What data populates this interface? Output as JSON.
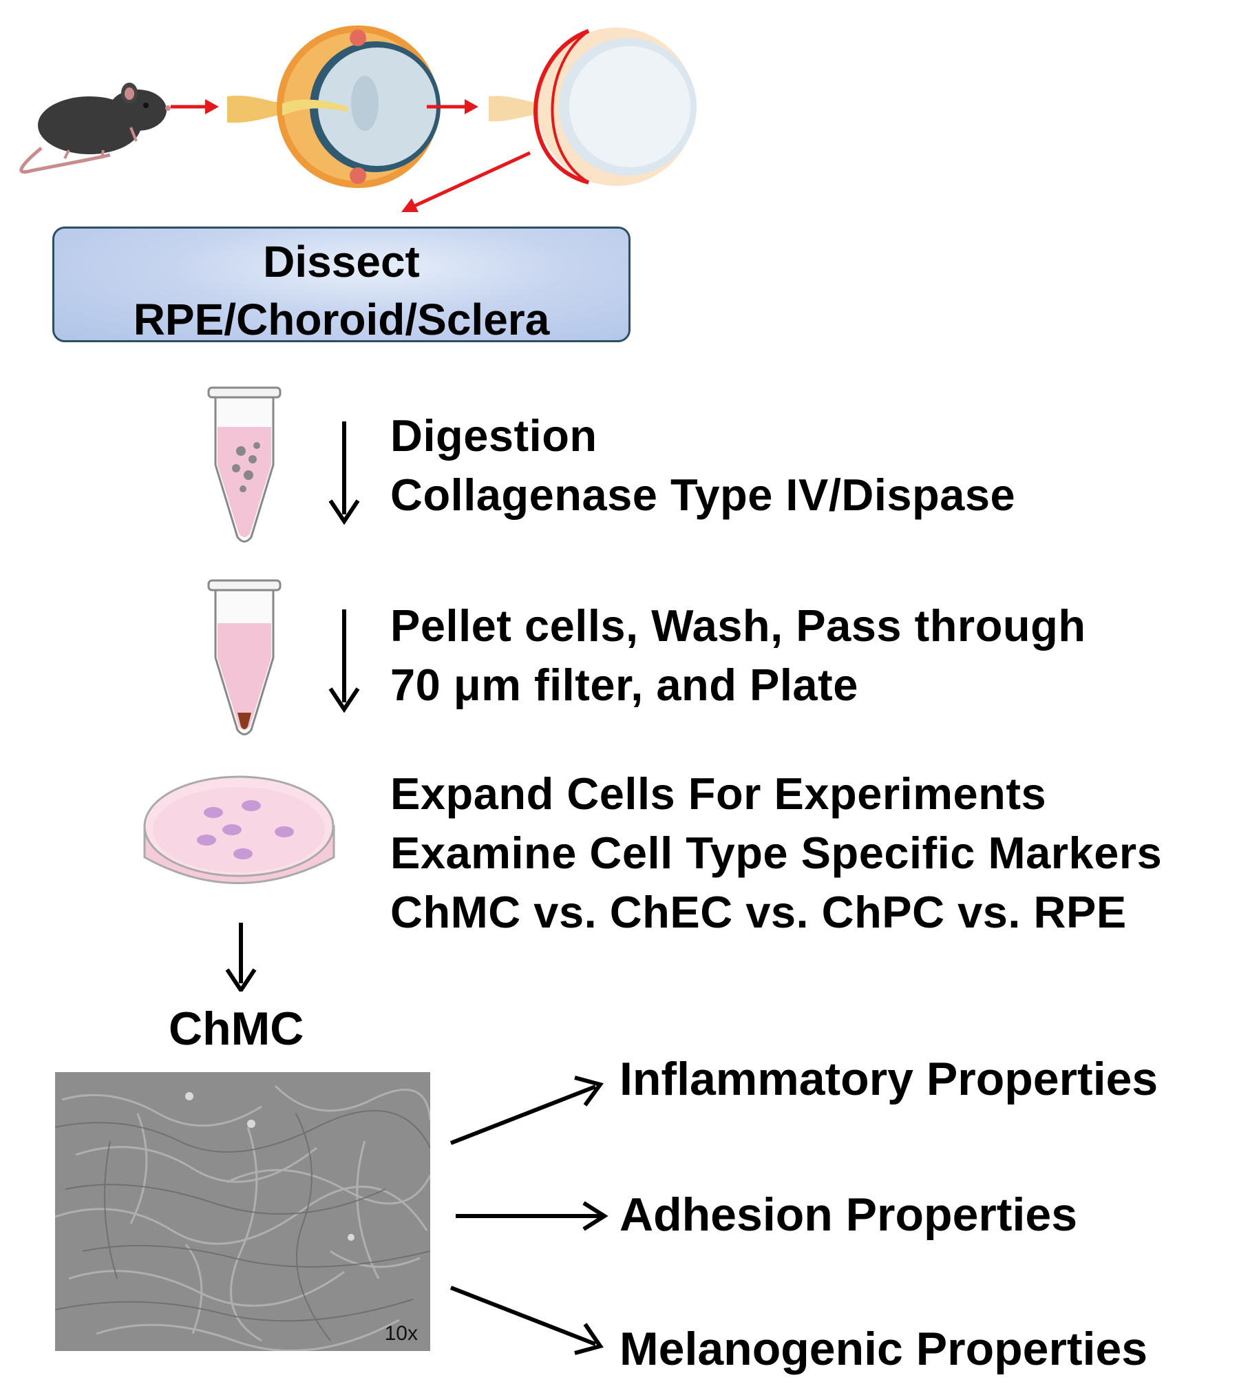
{
  "dissect": {
    "line1": "Dissect",
    "line2": "RPE/Choroid/Sclera"
  },
  "steps": [
    {
      "line1": "Digestion",
      "line2": "Collagenase Type IV/Dispase"
    },
    {
      "line1": "Pellet cells, Wash, Pass through",
      "line2": "70 μm filter, and Plate"
    },
    {
      "line1": "Expand Cells For Experiments",
      "line2": "Examine Cell Type Specific Markers",
      "line3": "ChMC vs. ChEC vs. ChPC vs. RPE"
    }
  ],
  "cell_label": "ChMC",
  "magnification": "10x",
  "outputs": [
    "Inflammatory Properties",
    "Adhesion Properties",
    "Melanogenic Properties"
  ],
  "colors": {
    "arrow_red": "#e3191c",
    "box_fill": "#b8c9ea",
    "box_border": "#2d4e63",
    "tube_liquid": "#f2c4d6"
  },
  "icons": [
    "mouse-icon",
    "eye-cross-section-icon",
    "dissected-eye-icon",
    "microtube-icon",
    "pellet-tube-icon",
    "petri-dish-icon",
    "micrograph-image"
  ]
}
